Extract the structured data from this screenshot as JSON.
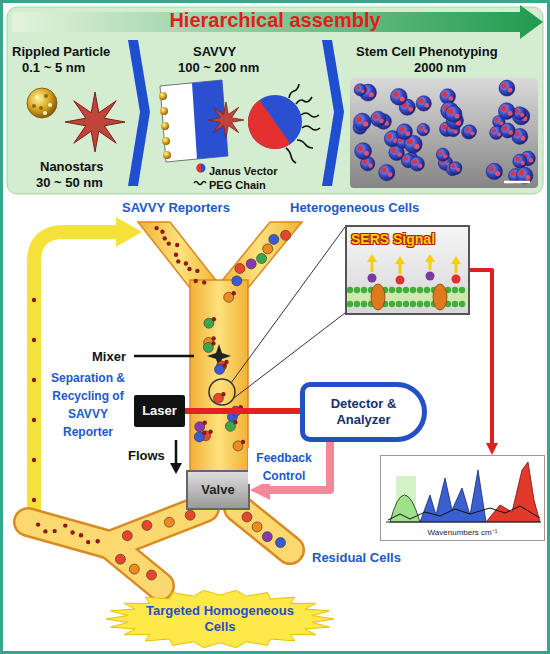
{
  "diagram": {
    "title": "Hierarchical assembly",
    "nodes": [
      {
        "text": [
          "SERS Signal"
        ]
      },
      {
        "text": [
          "Laser"
        ]
      },
      {
        "text": [
          "Detector & Analyzer"
        ]
      },
      {
        "text": [
          "Wavenumbers cm⁻¹"
        ]
      },
      {
        "text": [
          "Valve"
        ]
      },
      {
        "text": [
          "Targeted Homogeneous Cells"
        ]
      }
    ],
    "edges": [
      {
        "from": 1,
        "to": 2,
        "arrow": "none"
      },
      {
        "from": 2,
        "to": 4,
        "label": "Feedback Control",
        "arrow": "to"
      },
      {
        "from": 0,
        "to": 3,
        "arrow": "to"
      }
    ],
    "labels": [
      "Rippled Particle",
      "0.1 ~ 5 nm",
      "Nanostars",
      "30 ~ 50 nm",
      "SAVVY",
      "100 ~ 200 nm",
      "Stem Cell Phenotyping",
      "2000 nm",
      "SAVVY Reporters",
      "Heterogeneous Cells",
      "Mixer",
      "Flows",
      "Separation & Recycling of SAVVY Reporter",
      "Residual Cells"
    ],
    "legend": [
      {
        "text": "Janus Vector"
      },
      {
        "text": "PEG Chain"
      }
    ]
  }
}
